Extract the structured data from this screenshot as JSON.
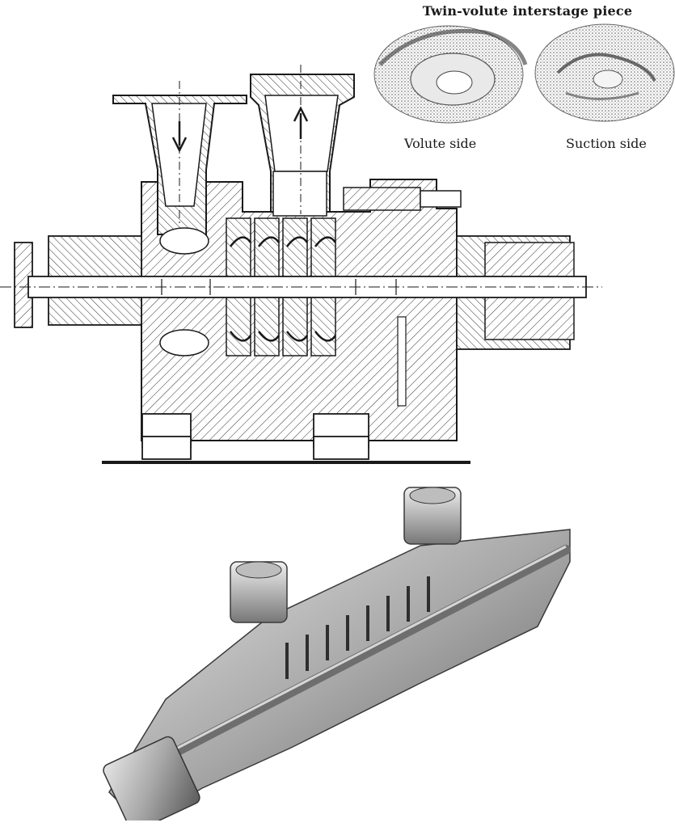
{
  "inset": {
    "title": "Twin-volute interstage piece",
    "left_caption": "Volute side",
    "right_caption": "Suction side"
  },
  "colors": {
    "ink": "#1a1a1a",
    "hatch": "#333333",
    "render_light": "#d9d9d9",
    "render_mid": "#9a9a9a",
    "render_dark": "#4a4a4a"
  }
}
